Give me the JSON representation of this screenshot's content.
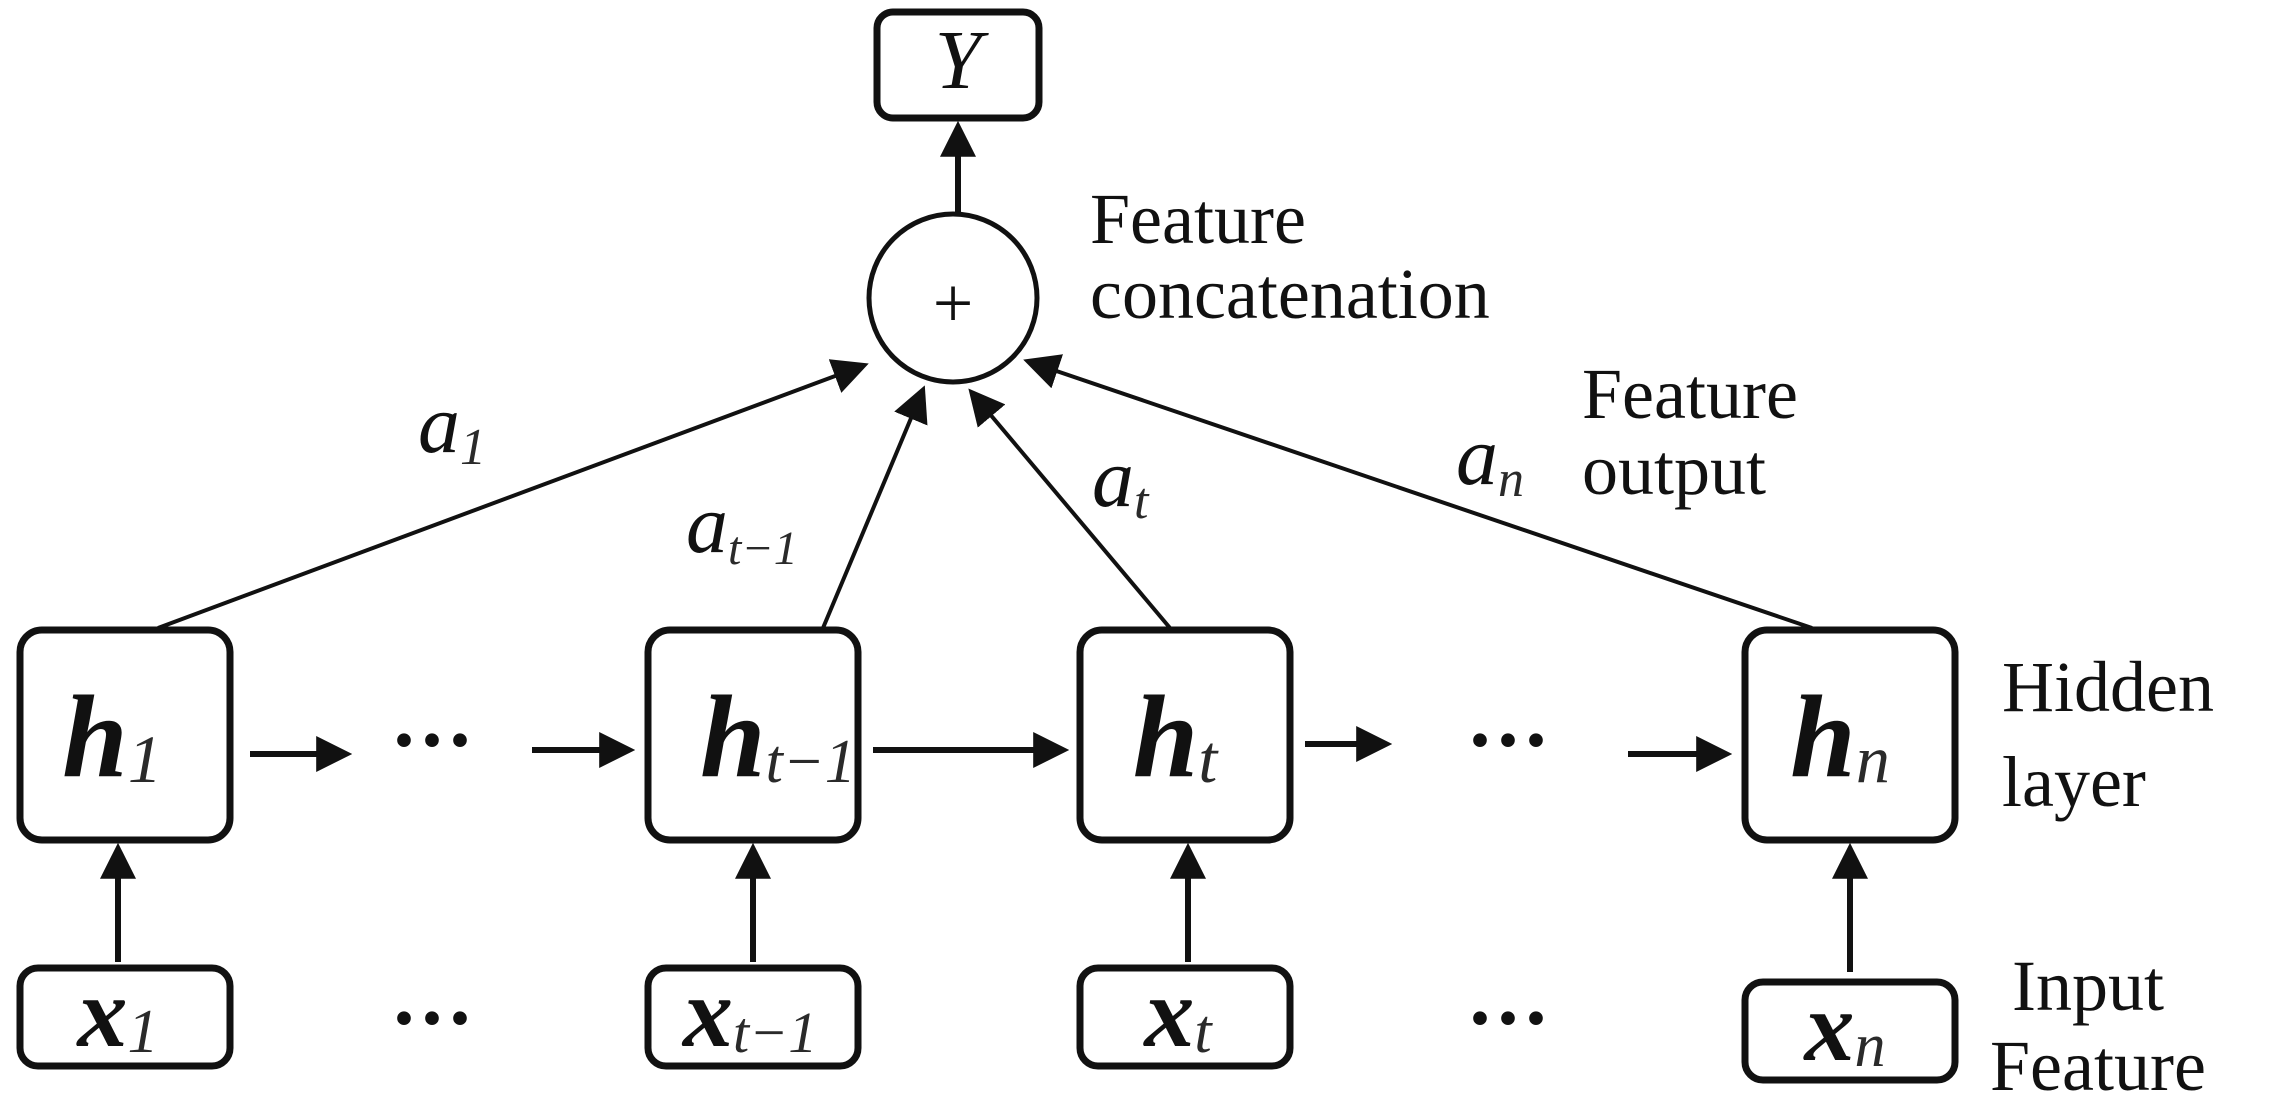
{
  "output": {
    "label": "Y"
  },
  "combiner": {
    "symbol": "+"
  },
  "annotations": {
    "concat_line1": "Feature",
    "concat_line2": "concatenation",
    "output_line1": "Feature",
    "output_line2": "output",
    "hidden_line1": "Hidden",
    "hidden_line2": "layer",
    "input_line1": "Input",
    "input_line2": "Feature"
  },
  "ellipsis": "···",
  "hidden_nodes": [
    {
      "main": "h",
      "sub": "1"
    },
    {
      "main": "h",
      "sub": "t−1"
    },
    {
      "main": "h",
      "sub": "t"
    },
    {
      "main": "h",
      "sub": "n"
    }
  ],
  "input_nodes": [
    {
      "main": "x",
      "sub": "1"
    },
    {
      "main": "x",
      "sub": "t−1"
    },
    {
      "main": "x",
      "sub": "t"
    },
    {
      "main": "x",
      "sub": "n"
    }
  ],
  "attention_weights": [
    {
      "main": "a",
      "sub": "1"
    },
    {
      "main": "a",
      "sub": "t−1"
    },
    {
      "main": "a",
      "sub": "t"
    },
    {
      "main": "a",
      "sub": "n"
    }
  ]
}
